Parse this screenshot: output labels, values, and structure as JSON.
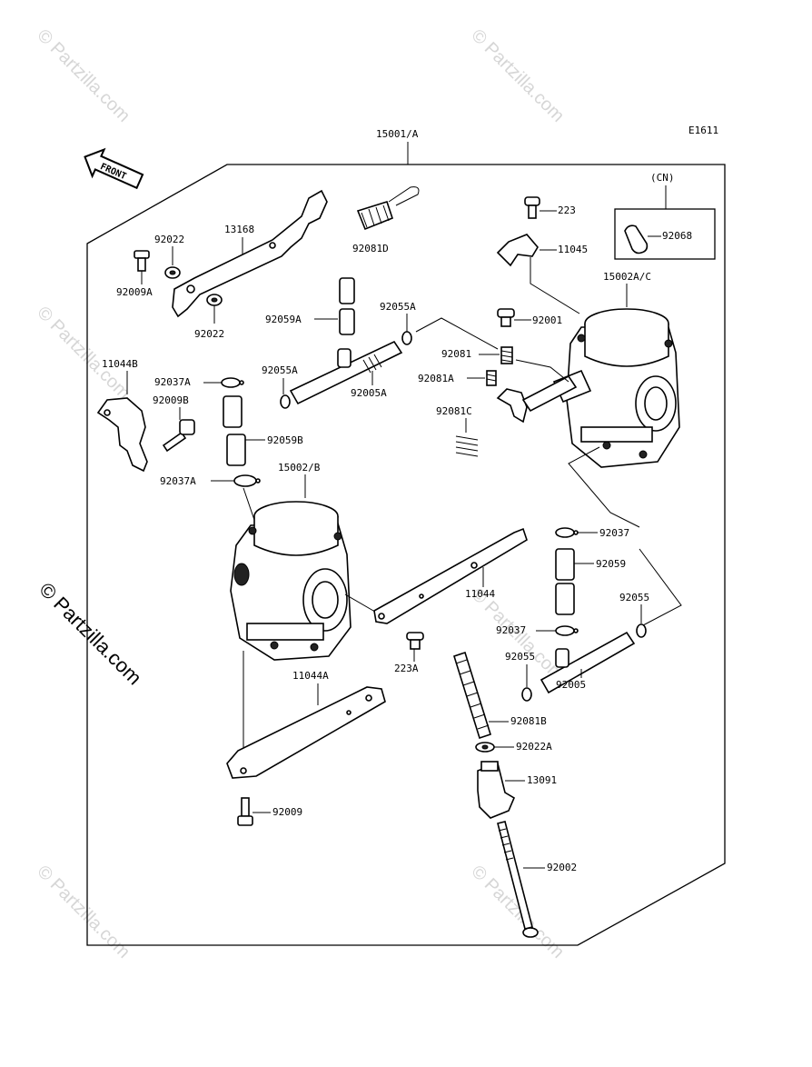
{
  "diagram": {
    "code": "E1611",
    "front_label": "FRONT",
    "assembly_main": "15001/A",
    "cn_label": "(CN)",
    "watermark": "© Partzilla.com",
    "parts": {
      "p223": "223",
      "p11045": "11045",
      "p92068": "92068",
      "p15002ac": "15002A/C",
      "p92001": "92001",
      "p92081": "92081",
      "p92081a": "92081A",
      "p92081c": "92081C",
      "p92081d": "92081D",
      "p13168": "13168",
      "p92022top": "92022",
      "p92009a": "92009A",
      "p92022bot": "92022",
      "p92059a": "92059A",
      "p92055a_top": "92055A",
      "p92055a_left": "92055A",
      "p92005a": "92005A",
      "p11044b": "11044B",
      "p92037a_top": "92037A",
      "p92009b": "92009B",
      "p92059b": "92059B",
      "p92037a_bot": "92037A",
      "p15002b": "15002/B",
      "p11044": "11044",
      "p223a": "223A",
      "p92037_top": "92037",
      "p92059": "92059",
      "p92055_right": "92055",
      "p92037_bot": "92037",
      "p92055_mid": "92055",
      "p92005": "92005",
      "p11044a": "11044A",
      "p92081b": "92081B",
      "p92022a": "92022A",
      "p13091": "13091",
      "p92009": "92009",
      "p92002": "92002"
    }
  }
}
